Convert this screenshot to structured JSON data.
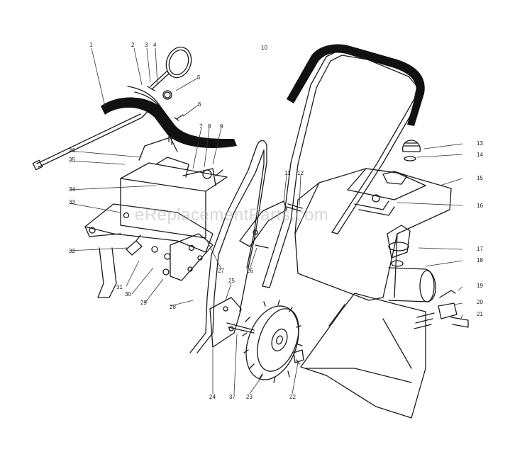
{
  "diagram": {
    "watermark": "eReplacementParts.com",
    "callouts": [
      "1",
      "2",
      "3",
      "4",
      "5",
      "6",
      "7",
      "8",
      "9",
      "10",
      "11",
      "12",
      "13",
      "14",
      "15",
      "16",
      "17",
      "18",
      "19",
      "20",
      "21",
      "22",
      "23",
      "24",
      "25",
      "26",
      "27",
      "28",
      "29",
      "30",
      "31",
      "32",
      "33",
      "34",
      "35",
      "36",
      "37"
    ]
  }
}
